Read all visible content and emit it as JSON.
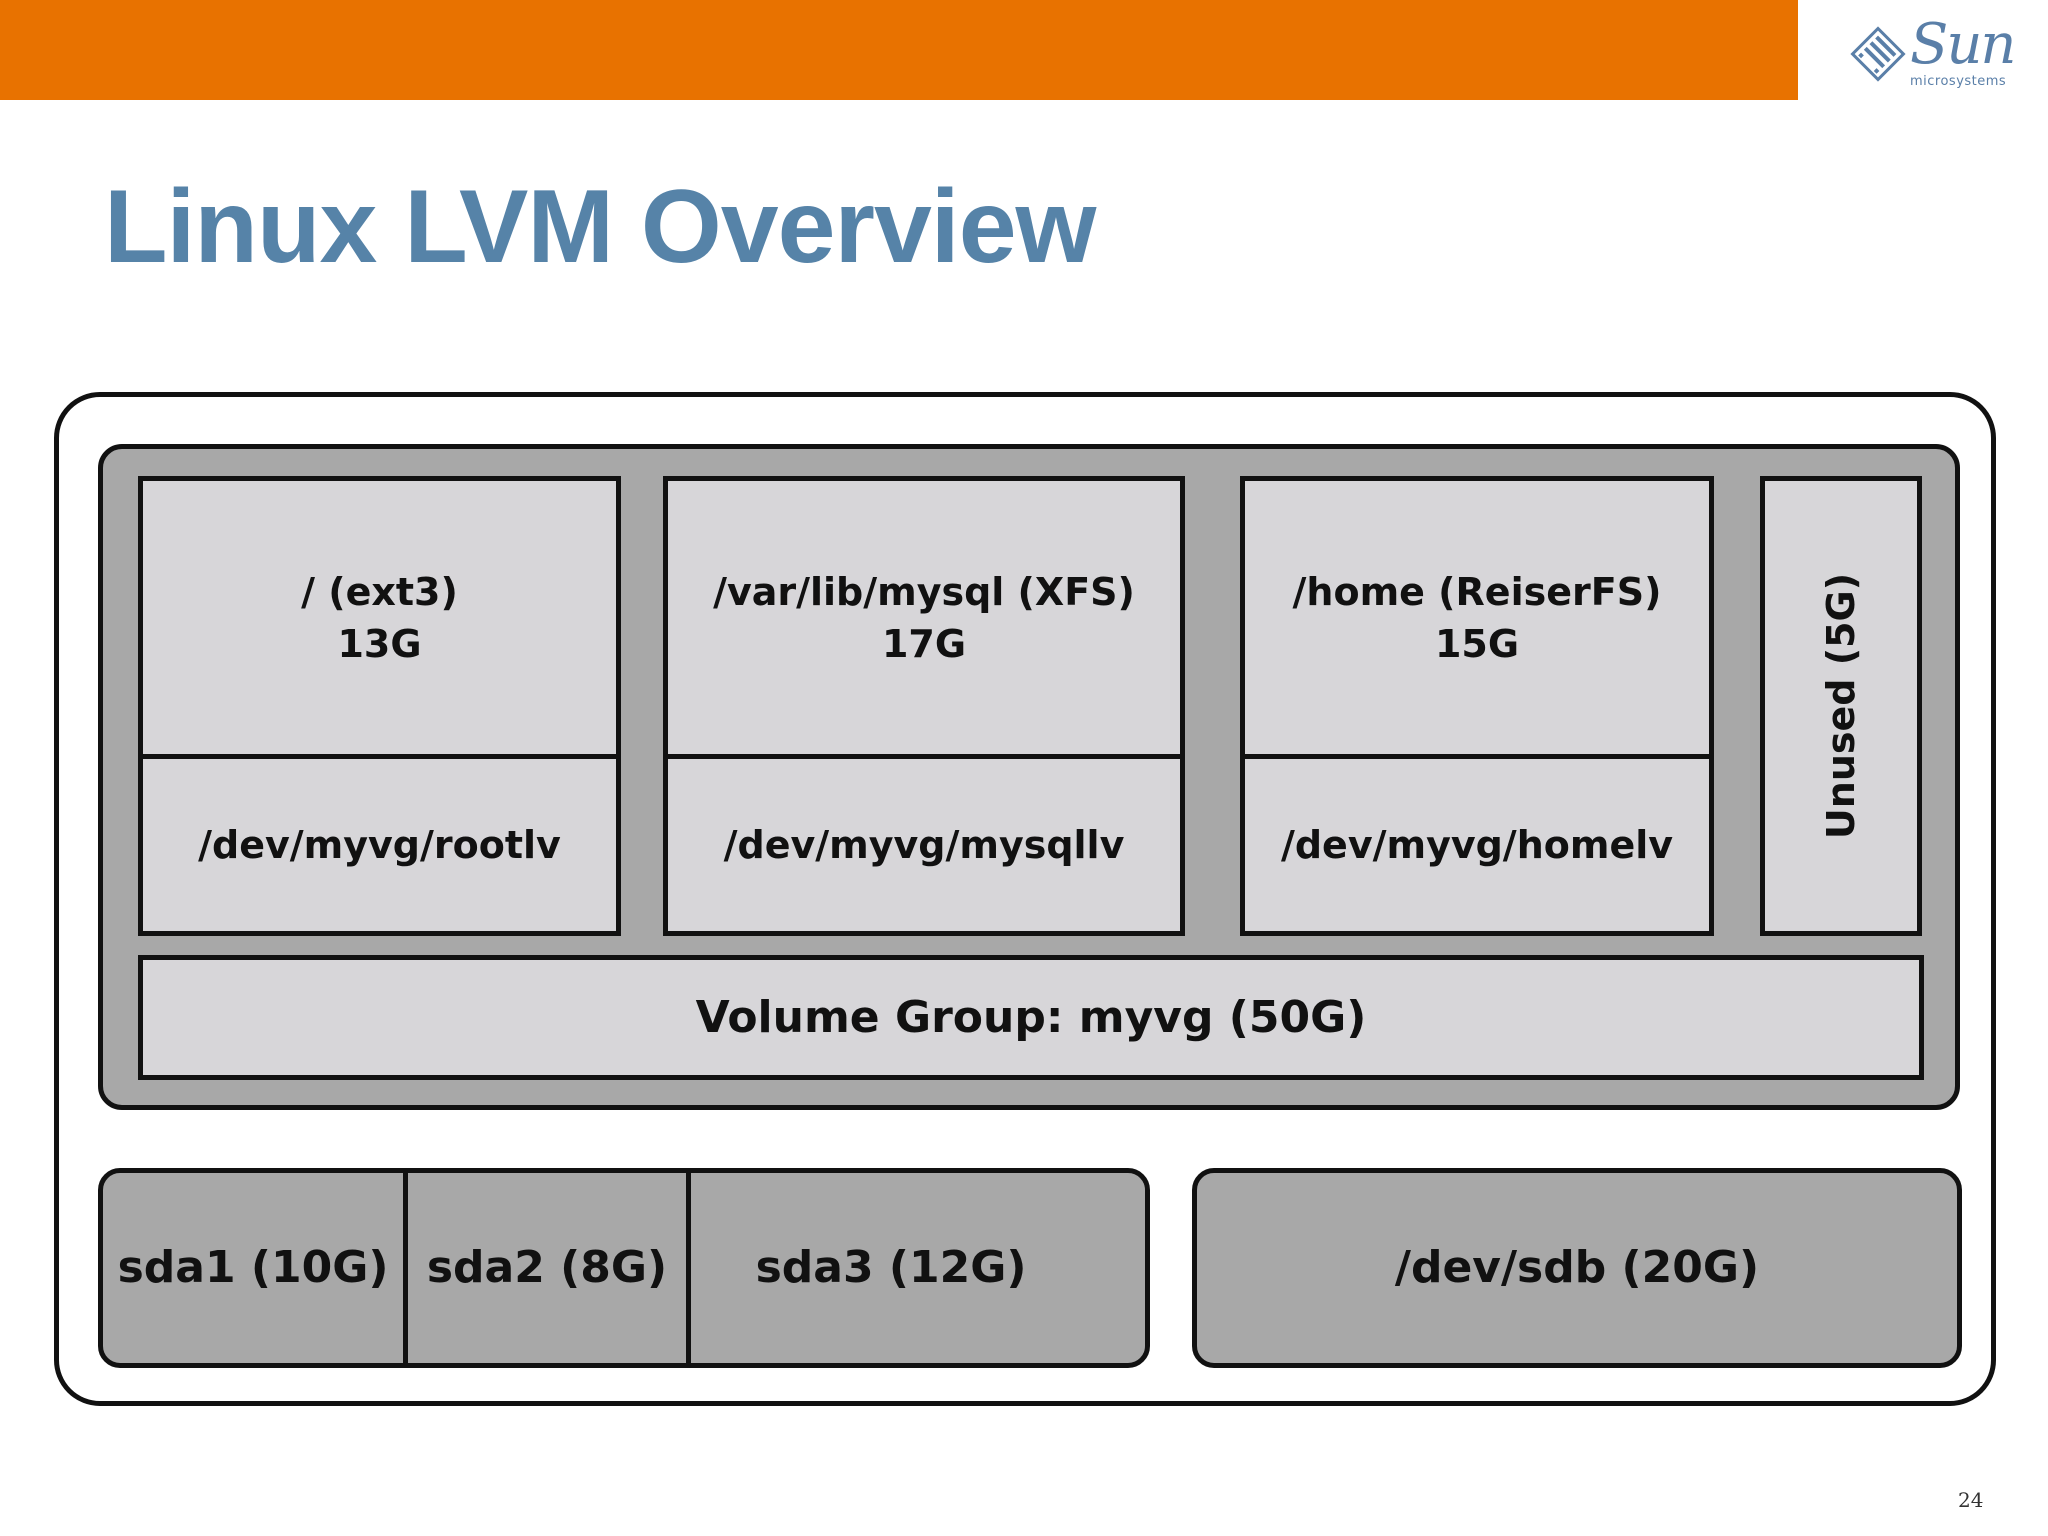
{
  "header": {
    "bar_color": "#e87200"
  },
  "logo": {
    "wordmark": "Sun",
    "subtitle": "microsystems",
    "color": "#5a7fa8",
    "icon": "sun-diamond-logo-icon"
  },
  "slide": {
    "title": "Linux LVM Overview",
    "title_color": "#5683a8",
    "page_number": "24"
  },
  "diagram": {
    "logical_volumes": [
      {
        "mount": "/ (ext3)",
        "size": "13G",
        "device": "/dev/myvg/rootlv"
      },
      {
        "mount": "/var/lib/mysql (XFS)",
        "size": "17G",
        "device": "/dev/myvg/mysqllv"
      },
      {
        "mount": "/home (ReiserFS)",
        "size": "15G",
        "device": "/dev/myvg/homelv"
      }
    ],
    "unused": "Unused (5G)",
    "volume_group": "Volume Group: myvg (50G)",
    "partitions": [
      "sda1 (10G)",
      "sda2 (8G)",
      "sda3 (12G)"
    ],
    "disk": "/dev/sdb (20G)",
    "colors": {
      "lv_fill": "#d7d6d9",
      "group_fill": "#a8a8a8",
      "outline": "#111111"
    }
  }
}
